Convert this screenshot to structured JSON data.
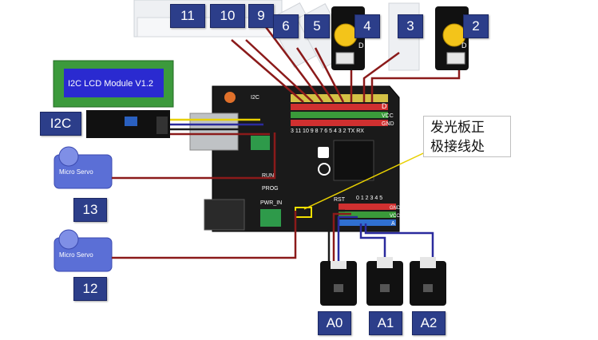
{
  "tags": {
    "t11": "11",
    "t10": "10",
    "t9": "9",
    "t6": "6",
    "t5": "5",
    "t4": "4",
    "t3": "3",
    "t2": "2",
    "i2c": "I2C",
    "t13": "13",
    "t12": "12",
    "a0": "A0",
    "a1": "A1",
    "a2": "A2"
  },
  "lcd": {
    "text": "I2C LCD  Module V1.2"
  },
  "board": {
    "i2c_label": "I2C",
    "d_label": "D",
    "vcc_label": "VCC",
    "gnd_label": "GND",
    "a_label": "A",
    "run_label": "RUN",
    "prog_label": "PROG",
    "pwr_label": "PWR_IN",
    "rst_label": "RST",
    "pin_numbers_top": "3 11 10 9 8  7 6 5 4 3 2 TX RX",
    "pin_numbers_analog": "0 1 2 3 4 5"
  },
  "servo": {
    "label": "Micro Servo"
  },
  "callout": {
    "line1": "发光板正",
    "line2": "极接线处"
  },
  "colors": {
    "tag_bg": "#2c3e8a",
    "board": "#1a1a1a",
    "wire_red": "#8b1a1a",
    "wire_blue": "#2b2b9e",
    "wire_yellow": "#e8d000",
    "servo": "#5b6fd6",
    "lcd_screen": "#2a2ad0",
    "lcd_pcb": "#3c9a3c"
  },
  "icons": [
    "dfrobot-logo-icon",
    "gear-logo-icon"
  ]
}
